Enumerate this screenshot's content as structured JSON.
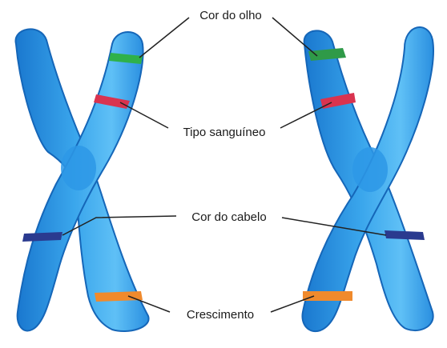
{
  "labels": {
    "eye_color": "Cor do olho",
    "blood_type": "Tipo sanguíneo",
    "hair_color": "Cor do cabelo",
    "growth": "Crescimento"
  },
  "colors": {
    "chromosome_light": "#63c3f5",
    "chromosome_mid": "#2f9be6",
    "chromosome_dark": "#1a78cf",
    "chromosome_outline": "#1566b8",
    "eye_band": "#2fb14a",
    "blood_band": "#d9334f",
    "hair_band": "#2a3a8f",
    "growth_band": "#f08a2c",
    "line": "#222222"
  }
}
